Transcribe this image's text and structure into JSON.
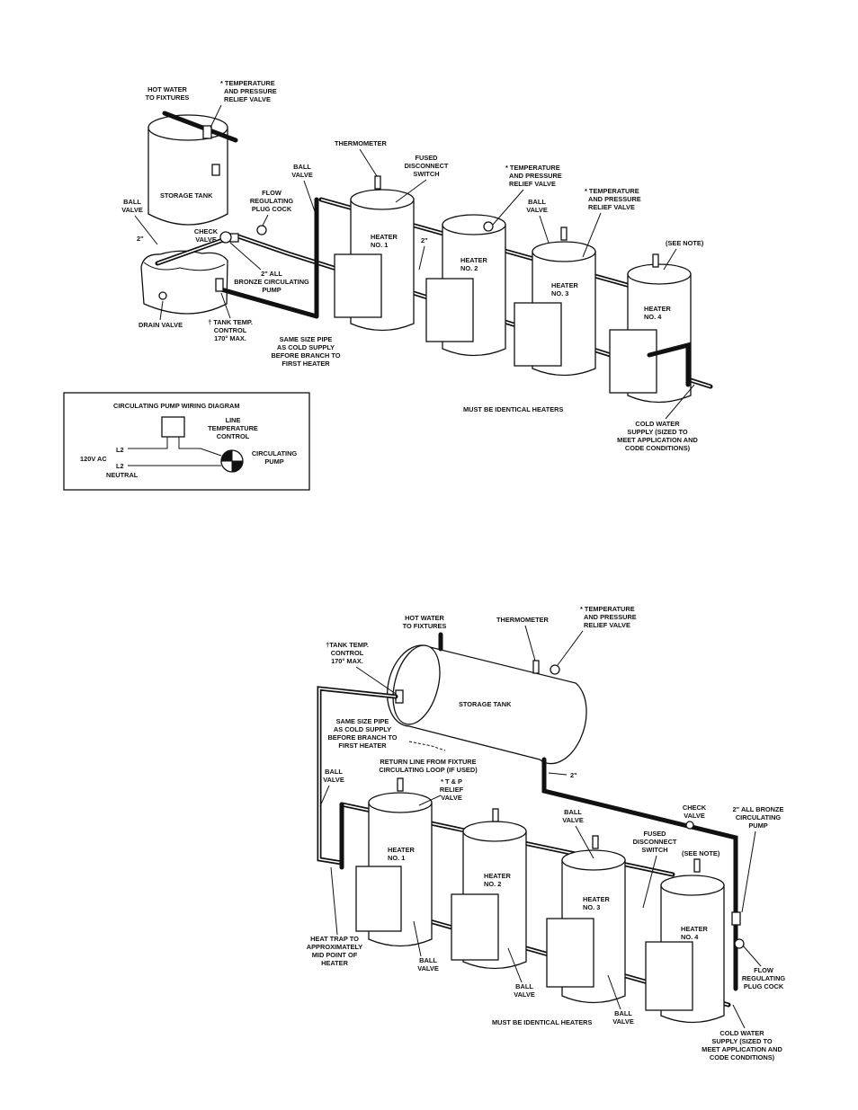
{
  "diagram1": {
    "hot_water": [
      "HOT WATER",
      "TO FIXTURES"
    ],
    "tp_relief_tank": [
      "* TEMPERATURE",
      "AND PRESSURE",
      "RELIEF VALVE"
    ],
    "thermometer": "THERMOMETER",
    "fused_switch": [
      "FUSED",
      "DISCONNECT",
      "SWITCH"
    ],
    "tp_relief_h2": [
      "* TEMPERATURE",
      "AND PRESSURE",
      "RELIEF VALVE"
    ],
    "tp_relief_h4": [
      "* TEMPERATURE",
      "AND PRESSURE",
      "RELIEF VALVE"
    ],
    "ball_valve_top": [
      "BALL",
      "VALVE"
    ],
    "ball_valve_left": [
      "BALL",
      "VALVE"
    ],
    "ball_valve_h3": [
      "BALL",
      "VALVE"
    ],
    "flow_plug": [
      "FLOW",
      "REGULATING",
      "PLUG COCK"
    ],
    "storage_tank": "STORAGE TANK",
    "check_valve": [
      "CHECK",
      "VALVE"
    ],
    "pipe_2in_left": "2\"",
    "pipe_2in_mid": "2\"",
    "pump": [
      "2\" ALL",
      "BRONZE CIRCULATING",
      "PUMP"
    ],
    "see_note": "(SEE NOTE)",
    "heater1": [
      "HEATER",
      "NO. 1"
    ],
    "heater2": [
      "HEATER",
      "NO. 2"
    ],
    "heater3": [
      "HEATER",
      "NO. 3"
    ],
    "heater4": [
      "HEATER",
      "NO. 4"
    ],
    "drain_valve": "DRAIN VALVE",
    "tank_control": [
      "† TANK TEMP.",
      "CONTROL",
      "170° MAX."
    ],
    "same_size": [
      "SAME SIZE PIPE",
      "AS COLD SUPPLY",
      "BEFORE BRANCH TO",
      "FIRST HEATER"
    ],
    "identical": "MUST BE IDENTICAL HEATERS",
    "cold_supply": [
      "COLD WATER",
      "SUPPLY (SIZED TO",
      "MEET APPLICATION AND",
      "CODE CONDITIONS)"
    ]
  },
  "wiring": {
    "title": "CIRCULATING PUMP WIRING DIAGRAM",
    "control": [
      "LINE",
      "TEMPERATURE",
      "CONTROL"
    ],
    "l2_top": "L2",
    "voltage": "120V AC",
    "l2_bottom": "L2",
    "neutral": "NEUTRAL",
    "pump": [
      "CIRCULATING",
      "PUMP"
    ]
  },
  "diagram2": {
    "hot_water": [
      "HOT WATER",
      "TO FIXTURES"
    ],
    "thermometer": "THERMOMETER",
    "tp_relief": [
      "* TEMPERATURE",
      "AND PRESSURE",
      "RELIEF VALVE"
    ],
    "tank_control": [
      "†TANK TEMP.",
      "CONTROL",
      "170° MAX."
    ],
    "storage_tank": "STORAGE TANK",
    "same_size": [
      "SAME SIZE PIPE",
      "AS COLD SUPPLY",
      "BEFORE BRANCH TO",
      "FIRST HEATER"
    ],
    "return_line": [
      "RETURN LINE FROM FIXTURE",
      "CIRCULATING LOOP (IF USED)"
    ],
    "pipe_2in": "2\"",
    "ball_valve_left": [
      "BALL",
      "VALVE"
    ],
    "tp_short": [
      "* T & P",
      "RELIEF",
      "VALVE"
    ],
    "check_valve": [
      "CHECK",
      "VALVE"
    ],
    "pump": [
      "2\" ALL BRONZE",
      "CIRCULATING",
      "PUMP"
    ],
    "ball_valve_top": [
      "BALL",
      "VALVE"
    ],
    "fused_switch": [
      "FUSED",
      "DISCONNECT",
      "SWITCH"
    ],
    "see_note": "(SEE NOTE)",
    "heater1": [
      "HEATER",
      "NO. 1"
    ],
    "heater2": [
      "HEATER",
      "NO. 2"
    ],
    "heater3": [
      "HEATER",
      "NO. 3"
    ],
    "heater4": [
      "HEATER",
      "NO. 4"
    ],
    "heat_trap": [
      "HEAT TRAP TO",
      "APPROXIMATELY",
      "MID POINT OF",
      "HEATER"
    ],
    "ball_valve_b1": [
      "BALL",
      "VALVE"
    ],
    "ball_valve_b2": [
      "BALL",
      "VALVE"
    ],
    "ball_valve_b3": [
      "BALL",
      "VALVE"
    ],
    "flow_plug": [
      "FLOW",
      "REGULATING",
      "PLUG COCK"
    ],
    "identical": "MUST BE IDENTICAL HEATERS",
    "cold_supply": [
      "COLD WATER",
      "SUPPLY (SIZED TO",
      "MEET APPLICATION AND",
      "CODE CONDITIONS)"
    ]
  }
}
